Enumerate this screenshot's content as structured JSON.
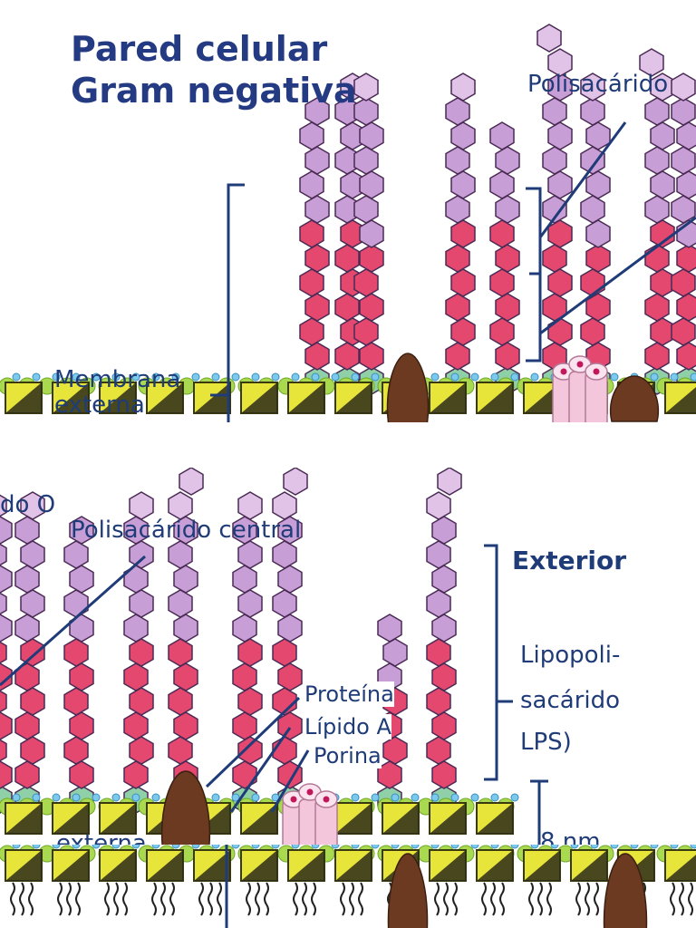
{
  "title_line1": "Pared celular",
  "title_line2": "Gram negativa",
  "labels": {
    "polisacarido_o_top": "Polisacárido",
    "polisacarido_o_end": "do O",
    "polisacarido_central": "Polisacárido central",
    "membrana_externa_1": "Membrana",
    "membrana_externa_2": "externa",
    "exterior": "Exterior",
    "lps_1": "Lipopoli-",
    "lps_2": "sacárido",
    "lps_3": "LPS)",
    "proteina": "Proteína",
    "lipido_a": "Lípido A",
    "porina": "Porina",
    "scale_partial": "8 nm",
    "externa_partial": "externa"
  },
  "colors": {
    "title": "#243a82",
    "label": "#1f3c78",
    "o_antigen": "#c79fd6",
    "o_antigen_light": "#e2c3e8",
    "core_pink": "#e5486e",
    "core_green": "#8fd0a8",
    "lipid_yellow": "#e7e43a",
    "porin_pink": "#f4c6dc",
    "protein_brown": "#6b3a20",
    "granule_green": "#a8d94e",
    "granule_blue": "#7cc9ec"
  },
  "icons": [
    "hexagon-sugar-icon",
    "porin-icon",
    "protein-blob-icon",
    "lipid-block-icon"
  ]
}
